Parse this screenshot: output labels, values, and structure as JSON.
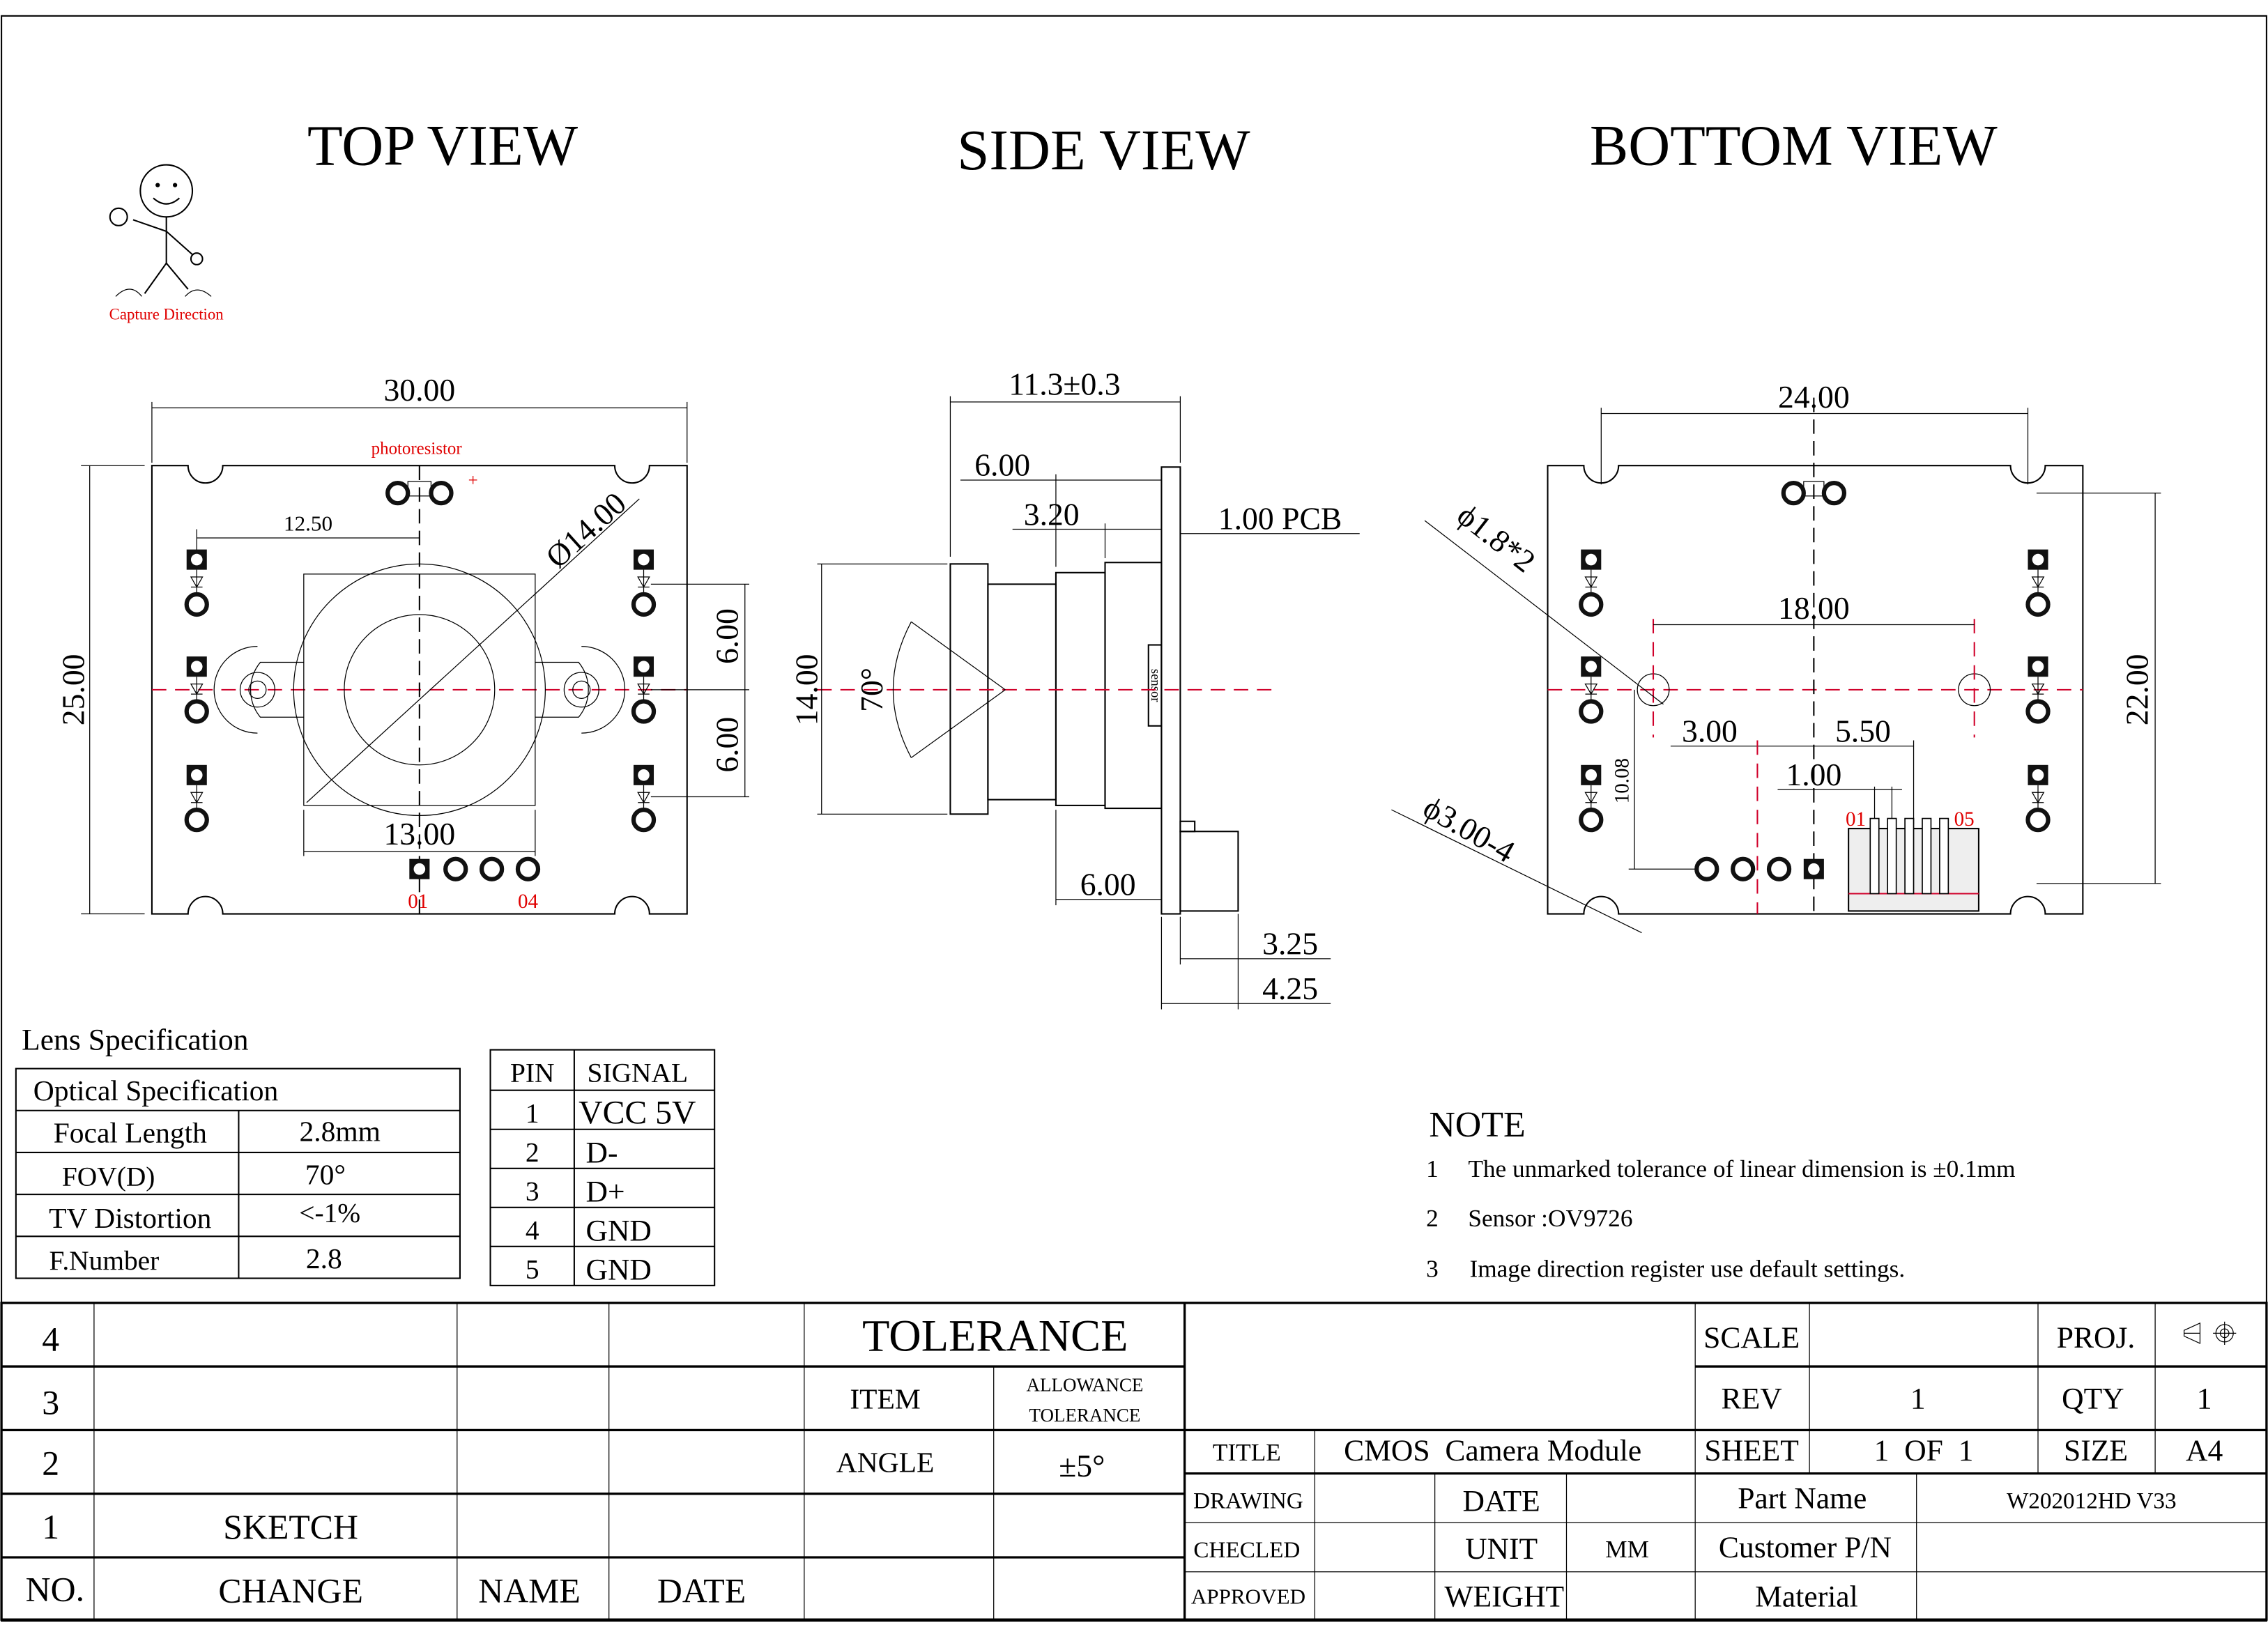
{
  "views": {
    "top": "TOP VIEW",
    "side": "SIDE VIEW",
    "bottom": "BOTTOM VIEW"
  },
  "capture_direction": "Capture Direction",
  "top_view": {
    "width": "30.00",
    "height": "25.00",
    "photoresistor": "photoresistor",
    "plus": "+",
    "offset": "12.50",
    "lens_dia": "Ø14.00",
    "spacing_a": "6.00",
    "spacing_b": "6.00",
    "holder": "13.00",
    "pin_first": "01",
    "pin_last": "04"
  },
  "side_view": {
    "total": "11.3±0.3",
    "d1": "6.00",
    "d2": "3.20",
    "pcb": "1.00 PCB",
    "lens_h": "14.00",
    "fov": "70°",
    "sensor": "sensor",
    "d3": "6.00",
    "d4": "3.25",
    "d5": "4.25"
  },
  "bottom_view": {
    "width": "24.00",
    "holes": "ϕ1.8*2",
    "hole_span": "18.00",
    "height": "22.00",
    "d1": "3.00",
    "d2": "5.50",
    "d3": "1.00",
    "d4": "10.08",
    "corner": "ϕ3.00-4",
    "pin_first": "01",
    "pin_last": "05"
  },
  "lens_spec": {
    "title": "Lens Specification",
    "header": "Optical Specification",
    "rows": [
      {
        "label": "Focal Length",
        "value": "2.8mm"
      },
      {
        "label": "FOV(D)",
        "value": "70°"
      },
      {
        "label": "TV Distortion",
        "value": "<-1%"
      },
      {
        "label": "F.Number",
        "value": "2.8"
      }
    ]
  },
  "pin_table": {
    "headers": [
      "PIN",
      "SIGNAL"
    ],
    "rows": [
      {
        "pin": "1",
        "signal": "VCC 5V"
      },
      {
        "pin": "2",
        "signal": "D-"
      },
      {
        "pin": "3",
        "signal": "D+"
      },
      {
        "pin": "4",
        "signal": "GND"
      },
      {
        "pin": "5",
        "signal": "GND"
      }
    ]
  },
  "notes": {
    "title": "NOTE",
    "items": [
      {
        "num": "1",
        "text": "The unmarked tolerance of linear dimension is ±0.1mm"
      },
      {
        "num": "2",
        "text": "Sensor :OV9726"
      },
      {
        "num": "3",
        "text": "Image direction register use default settings."
      }
    ]
  },
  "revision_block": {
    "rows": [
      "4",
      "3",
      "2",
      "1"
    ],
    "row1_change": "SKETCH",
    "headers": {
      "no": "NO.",
      "change": "CHANGE",
      "name": "NAME",
      "date": "DATE"
    }
  },
  "tolerance": {
    "title": "TOLERANCE",
    "item": "ITEM",
    "allowance_1": "ALLOWANCE",
    "allowance_2": "TOLERANCE",
    "angle": "ANGLE",
    "angle_value": "±5°"
  },
  "title_block": {
    "scale_label": "SCALE",
    "scale_value": "",
    "proj_label": "PROJ.",
    "rev_label": "REV",
    "rev_value": "1",
    "qty_label": "QTY",
    "qty_value": "1",
    "title_label": "TITLE",
    "title_value": "CMOS  Camera Module",
    "sheet_label": "SHEET",
    "sheet_value": "1  OF  1",
    "size_label": "SIZE",
    "size_value": "A4",
    "drawing_label": "DRAWING",
    "date_label": "DATE",
    "part_name_label": "Part Name",
    "part_name_value": "W202012HD V33",
    "checked_label": "CHECLED",
    "unit_label": "UNIT",
    "unit_value": "MM",
    "customer_pn_label": "Customer P/N",
    "approved_label": "APPROVED",
    "weight_label": "WEIGHT",
    "material_label": "Material"
  }
}
